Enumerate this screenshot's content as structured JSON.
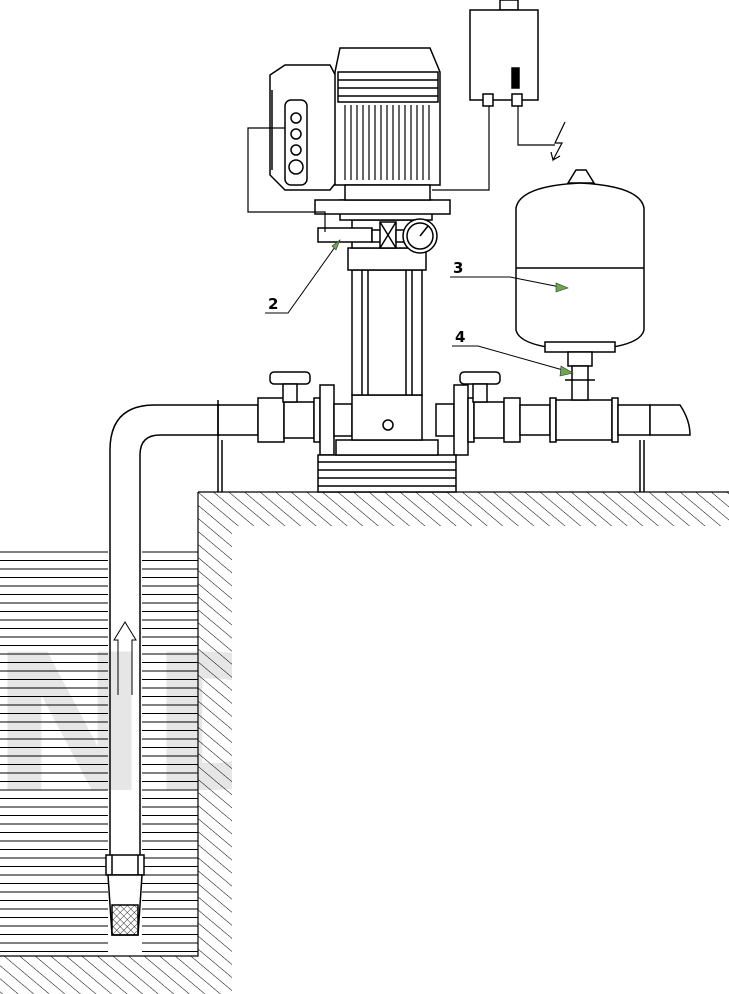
{
  "watermark": "NDA",
  "callouts": [
    {
      "id": "2",
      "label": "2"
    },
    {
      "id": "3",
      "label": "3"
    },
    {
      "id": "4",
      "label": "4"
    }
  ],
  "colors": {
    "line": "#000000",
    "pointer": "#6aa84f",
    "watermark": "#e6e6e6",
    "background": "#ffffff"
  },
  "icons": [
    "lightning-bolt-icon",
    "flow-arrow-icon",
    "pressure-gauge-icon"
  ]
}
